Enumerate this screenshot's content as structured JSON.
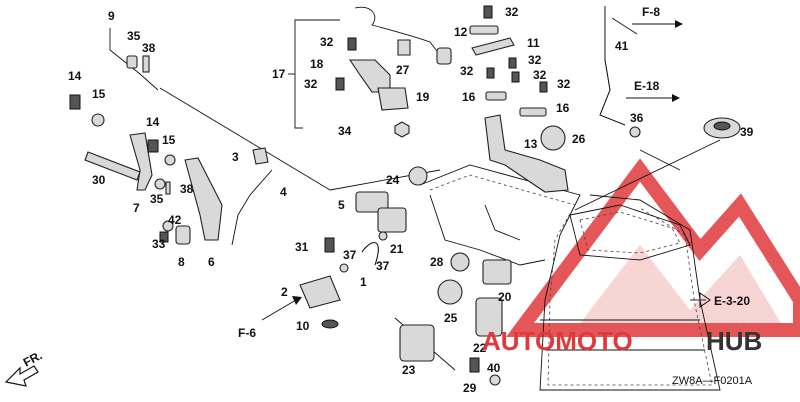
{
  "callouts": [
    {
      "id": "c9",
      "text": "9"
    },
    {
      "id": "c35a",
      "text": "35"
    },
    {
      "id": "c38a",
      "text": "38"
    },
    {
      "id": "c14a",
      "text": "14"
    },
    {
      "id": "c15a",
      "text": "15"
    },
    {
      "id": "c14b",
      "text": "14"
    },
    {
      "id": "c15b",
      "text": "15"
    },
    {
      "id": "c30",
      "text": "30"
    },
    {
      "id": "c7",
      "text": "7"
    },
    {
      "id": "c35b",
      "text": "35"
    },
    {
      "id": "c38b",
      "text": "38"
    },
    {
      "id": "c42",
      "text": "42"
    },
    {
      "id": "c33",
      "text": "33"
    },
    {
      "id": "c8",
      "text": "8"
    },
    {
      "id": "c6",
      "text": "6"
    },
    {
      "id": "c3",
      "text": "3"
    },
    {
      "id": "c4",
      "text": "4"
    },
    {
      "id": "c17",
      "text": "17"
    },
    {
      "id": "c32a",
      "text": "32"
    },
    {
      "id": "c18",
      "text": "18"
    },
    {
      "id": "c32b",
      "text": "32"
    },
    {
      "id": "c27",
      "text": "27"
    },
    {
      "id": "c19",
      "text": "19"
    },
    {
      "id": "c34",
      "text": "34"
    },
    {
      "id": "c12",
      "text": "12"
    },
    {
      "id": "c32c",
      "text": "32"
    },
    {
      "id": "c11",
      "text": "11"
    },
    {
      "id": "c32d",
      "text": "32"
    },
    {
      "id": "c32e",
      "text": "32"
    },
    {
      "id": "c32f",
      "text": "32"
    },
    {
      "id": "c32g",
      "text": "32"
    },
    {
      "id": "c16a",
      "text": "16"
    },
    {
      "id": "c16b",
      "text": "16"
    },
    {
      "id": "c13",
      "text": "13"
    },
    {
      "id": "c26",
      "text": "26"
    },
    {
      "id": "c41",
      "text": "41"
    },
    {
      "id": "c36",
      "text": "36"
    },
    {
      "id": "c39",
      "text": "39"
    },
    {
      "id": "c24",
      "text": "24"
    },
    {
      "id": "c5",
      "text": "5"
    },
    {
      "id": "c21",
      "text": "21"
    },
    {
      "id": "c31",
      "text": "31"
    },
    {
      "id": "c37a",
      "text": "37"
    },
    {
      "id": "c37b",
      "text": "37"
    },
    {
      "id": "c1",
      "text": "1"
    },
    {
      "id": "c2",
      "text": "2"
    },
    {
      "id": "c10",
      "text": "10"
    },
    {
      "id": "c28",
      "text": "28"
    },
    {
      "id": "c20",
      "text": "20"
    },
    {
      "id": "c25",
      "text": "25"
    },
    {
      "id": "c22",
      "text": "22"
    },
    {
      "id": "c23",
      "text": "23"
    },
    {
      "id": "c29",
      "text": "29"
    },
    {
      "id": "c40",
      "text": "40"
    }
  ],
  "references": {
    "f8": "F-8",
    "e18": "E-18",
    "f6": "F-6",
    "e320": "E-3-20",
    "fr": "FR."
  },
  "drawing_code": "ZW8A—F0201A",
  "watermark": {
    "word_red": "AUTOMOTO",
    "word_dark": "HUB",
    "red": "#e0393b",
    "dark": "#333333"
  }
}
